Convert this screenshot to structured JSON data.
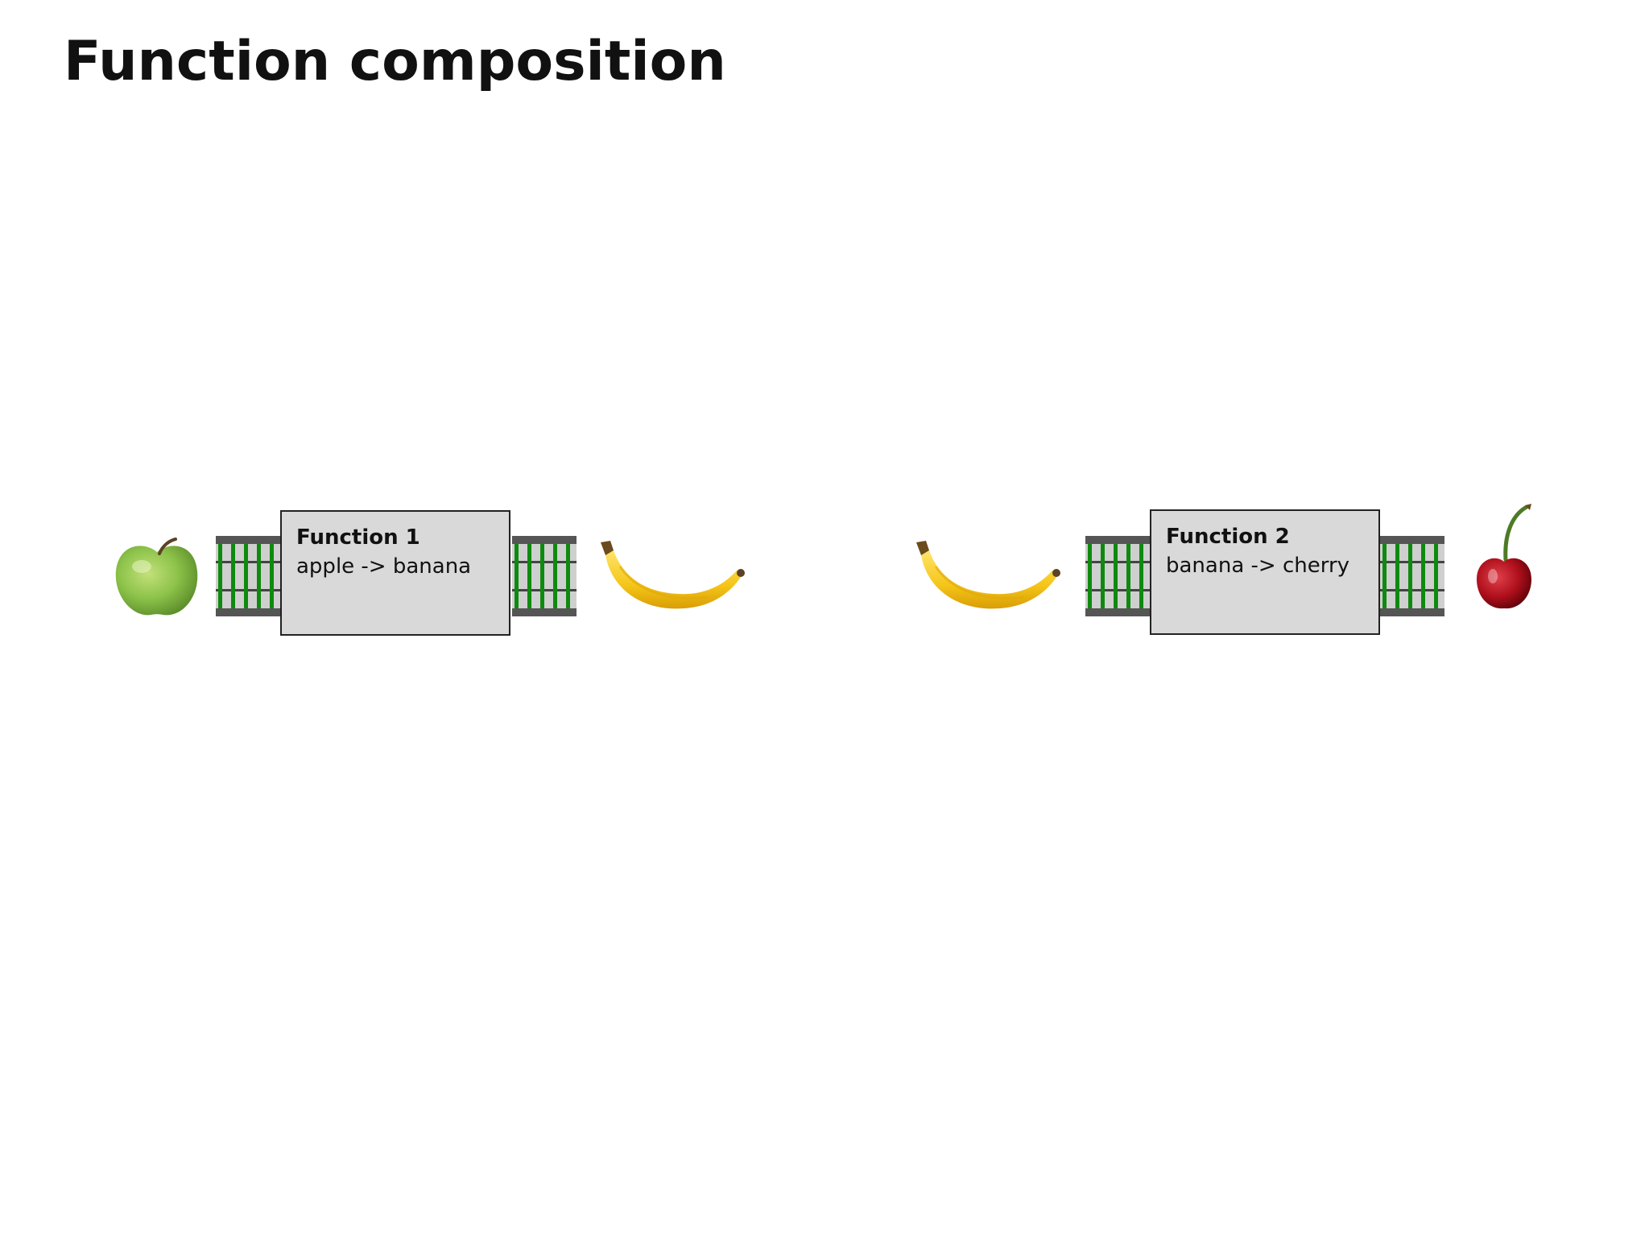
{
  "slide": {
    "title": "Function composition"
  },
  "pipeline_1": {
    "input_icon": "apple-icon",
    "output_icon": "banana-icon",
    "function_name": "Function 1",
    "function_signature": "apple -> banana"
  },
  "pipeline_2": {
    "input_icon": "banana-icon",
    "output_icon": "cherry-icon",
    "function_name": "Function 2",
    "function_signature": "banana -> cherry"
  },
  "colors": {
    "box_fill": "#d9d9d9",
    "belt_frame": "#555555",
    "belt_roller": "#0e8a0e",
    "apple": "#8dc34a",
    "banana": "#f5c518",
    "cherry": "#b0101c"
  }
}
